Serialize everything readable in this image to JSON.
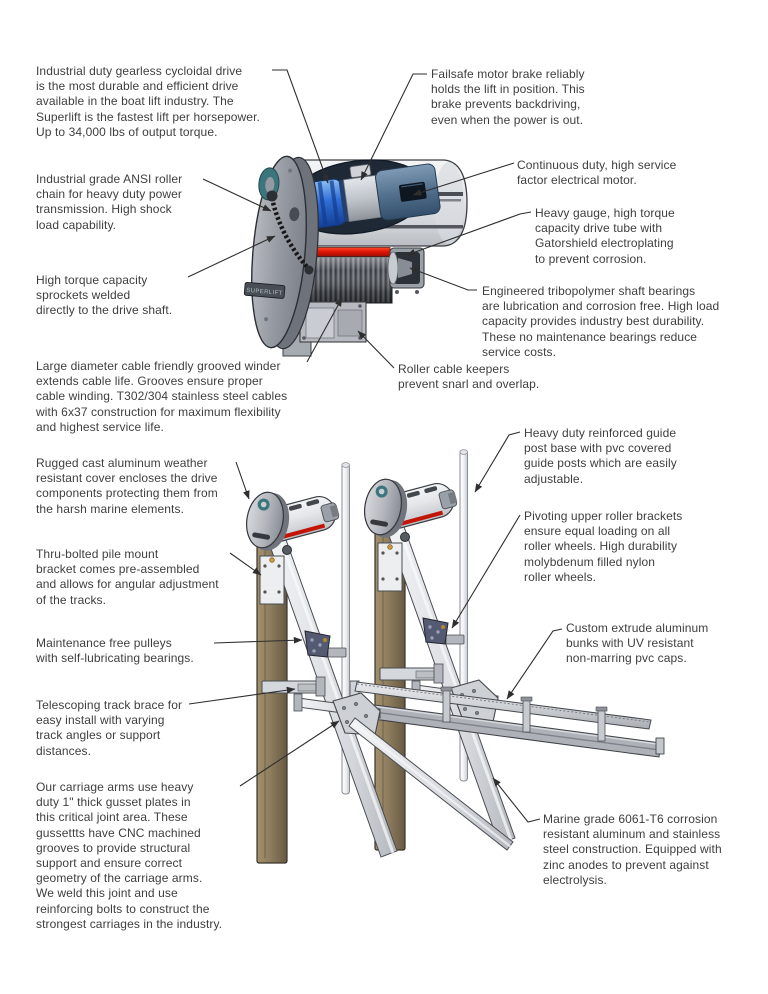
{
  "diagram": {
    "logo": "SUPERLIFT",
    "callouts": {
      "cycloidal_drive": {
        "text": "Industrial duty gearless cycloidal drive\nis the most durable and efficient drive\navailable in the boat lift industry. The\nSuperlift is the fastest lift per horsepower.\nUp to 34,000 lbs of output torque."
      },
      "motor_brake": {
        "text": "Failsafe motor brake reliably\nholds the lift in position. This\nbrake prevents backdriving,\neven when the power is out."
      },
      "roller_chain": {
        "text": "Industrial grade ANSI roller\nchain for heavy duty power\ntransmission. High shock\nload capability."
      },
      "electrical_motor": {
        "text": "Continuous duty, high service\nfactor electrical motor."
      },
      "drive_tube": {
        "text": "Heavy gauge, high torque\ncapacity drive tube with\nGatorshield electroplating\nto prevent corrosion."
      },
      "sprockets": {
        "text": "High torque capacity\nsprockets welded\ndirectly to the drive shaft."
      },
      "shaft_bearings": {
        "text": "Engineered tribopolymer shaft bearings\nare lubrication and corrosion free. High load\ncapacity provides industry best durability.\nThese no maintenance bearings reduce\nservice costs."
      },
      "grooved_winder": {
        "text": "Large diameter cable friendly grooved winder\nextends cable life. Grooves ensure proper\ncable winding. T302/304 stainless steel cables\nwith 6x37 construction for maximum flexibility\nand highest service life."
      },
      "cable_keepers": {
        "text": "Roller cable keepers\nprevent snarl and overlap."
      },
      "guide_posts": {
        "text": "Heavy duty reinforced guide\npost base with pvc covered\nguide posts which are easily\nadjustable."
      },
      "weather_cover": {
        "text": "Rugged cast aluminum weather\nresistant cover encloses the drive\ncomponents protecting them from\nthe harsh marine elements."
      },
      "roller_brackets": {
        "text": "Pivoting upper roller brackets\nensure equal loading on all\nroller wheels. High durability\nmolybdenum filled nylon\nroller wheels."
      },
      "pile_mount": {
        "text": "Thru-bolted pile mount\nbracket comes pre-assembled\nand allows for angular adjustment\nof the tracks."
      },
      "bunks": {
        "text": "Custom extrude aluminum\nbunks with UV resistant\nnon-marring pvc caps."
      },
      "pulleys": {
        "text": "Maintenance free pulleys\nwith self-lubricating bearings."
      },
      "track_brace": {
        "text": "Telescoping track brace for\neasy install with varying\ntrack angles or support\ndistances."
      },
      "carriage_arms": {
        "text": "Our carriage arms use heavy\nduty 1\" thick gusset plates in\nthis critical joint area. These\ngussettts have CNC machined\ngrooves to provide structural\nsupport and ensure correct\ngeometry of the carriage arms.\nWe weld this joint and use\nreinforcing bolts to construct the\nstrongest carriages in the industry."
      },
      "marine_grade": {
        "text": "Marine grade 6061-T6 corrosion\nresistant aluminum and stainless\nsteel construction. Equipped with\nzinc anodes to prevent against\nelectrolysis."
      }
    }
  }
}
